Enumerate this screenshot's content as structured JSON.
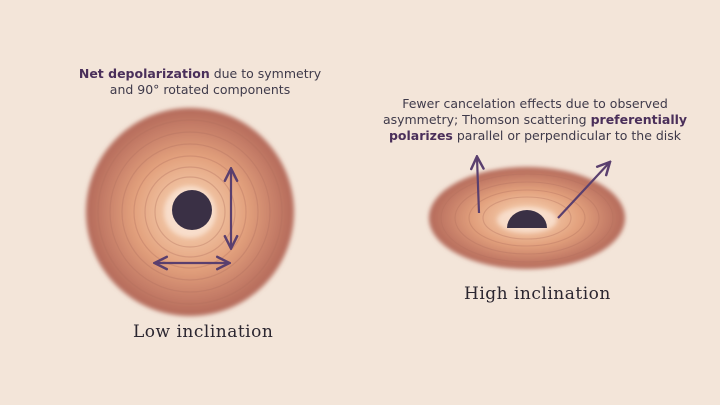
{
  "left": {
    "caption_bold": "Net depolarization",
    "caption_rest_1": " due to symmetry",
    "caption_line_2": "and 90° rotated components",
    "label": "Low inclination"
  },
  "right": {
    "caption_line_1": "Fewer cancelation effects due to observed",
    "caption_line_2a": "asymmetry; Thomson scattering ",
    "caption_bold_1": "preferentially",
    "caption_bold_2": "polarizes",
    "caption_line_3b": " parallel or perpendicular to the disk",
    "label": "High inclination"
  },
  "colors": {
    "background": "#f3e5d9",
    "disk_outer": "#b46a5a",
    "disk_inner": "#e6ad86",
    "black_hole": "#3a3045",
    "arrow": "#5a3f6e"
  }
}
